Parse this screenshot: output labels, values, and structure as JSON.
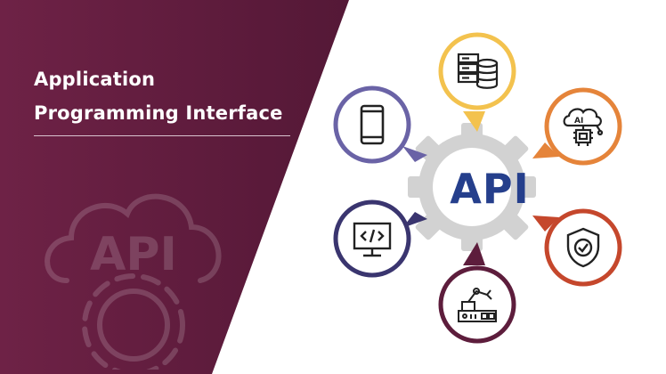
{
  "banner": {
    "title_line1": "Application",
    "title_line2": "Programming Interface",
    "watermark_text": "API"
  },
  "hub": {
    "label": "API",
    "label_color": "#253f8c",
    "gear_color": "#cfcfcf"
  },
  "nodes": [
    {
      "icon": "database-server-icon",
      "color": "#f3c24e"
    },
    {
      "icon": "ai-chip-icon",
      "color": "#e5843a"
    },
    {
      "icon": "shield-check-icon",
      "color": "#c5472c"
    },
    {
      "icon": "robot-arm-icon",
      "color": "#5d1d3c"
    },
    {
      "icon": "code-monitor-icon",
      "color": "#3a356f"
    },
    {
      "icon": "mobile-phone-icon",
      "color": "#6a63a6"
    }
  ],
  "colors": {
    "panel_start": "#6e2246",
    "panel_end": "#3f1229"
  }
}
